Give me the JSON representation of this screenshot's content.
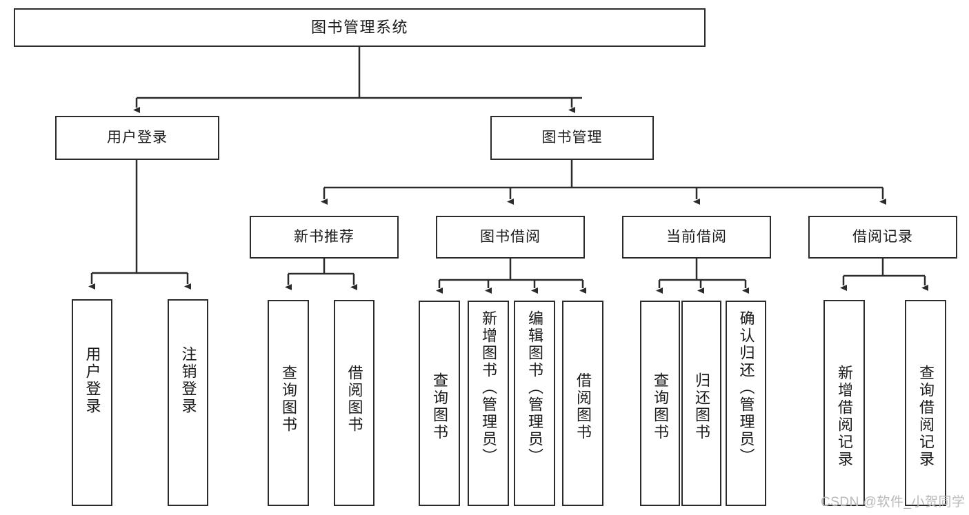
{
  "diagram": {
    "type": "tree-hierarchy",
    "title": "图书管理系统",
    "watermark": "CSDN @软件_小贺同学",
    "accent_color": "#2b2b2b",
    "background_color": "#ffffff",
    "nodes": {
      "root": {
        "label": "图书管理系统",
        "level": 1,
        "orientation": "horizontal"
      },
      "l2": [
        {
          "id": "user-login",
          "label": "用户登录",
          "level": 2,
          "orientation": "horizontal"
        },
        {
          "id": "book-management",
          "label": "图书管理",
          "level": 2,
          "orientation": "horizontal"
        }
      ],
      "l3": [
        {
          "id": "new-book-recommend",
          "label": "新书推荐",
          "level": 3,
          "orientation": "horizontal",
          "parent": "book-management"
        },
        {
          "id": "book-borrow",
          "label": "图书借阅",
          "level": 3,
          "orientation": "horizontal",
          "parent": "book-management"
        },
        {
          "id": "current-borrow",
          "label": "当前借阅",
          "level": 3,
          "orientation": "horizontal",
          "parent": "book-management"
        },
        {
          "id": "borrow-record",
          "label": "借阅记录",
          "level": 3,
          "orientation": "horizontal",
          "parent": "book-management"
        }
      ],
      "leaves": [
        {
          "id": "leaf-user-login",
          "label": "用户登录",
          "orientation": "vertical",
          "parent": "user-login"
        },
        {
          "id": "leaf-user-logout",
          "label": "注销登录",
          "orientation": "vertical",
          "parent": "user-login"
        },
        {
          "id": "leaf-query-book-1",
          "label": "查询图书",
          "orientation": "vertical",
          "parent": "new-book-recommend"
        },
        {
          "id": "leaf-borrow-book-1",
          "label": "借阅图书",
          "orientation": "vertical",
          "parent": "new-book-recommend"
        },
        {
          "id": "leaf-query-book-2",
          "label": "查询图书",
          "orientation": "vertical",
          "parent": "book-borrow"
        },
        {
          "id": "leaf-add-book",
          "label": "新增图书（管理员）",
          "orientation": "vertical",
          "parent": "book-borrow"
        },
        {
          "id": "leaf-edit-book",
          "label": "编辑图书（管理员）",
          "orientation": "vertical",
          "parent": "book-borrow"
        },
        {
          "id": "leaf-borrow-book-2",
          "label": "借阅图书",
          "orientation": "vertical",
          "parent": "book-borrow"
        },
        {
          "id": "leaf-query-book-3",
          "label": "查询图书",
          "orientation": "vertical",
          "parent": "current-borrow"
        },
        {
          "id": "leaf-return-book",
          "label": "归还图书",
          "orientation": "vertical",
          "parent": "current-borrow"
        },
        {
          "id": "leaf-confirm-return",
          "label": "确认归还（管理员）",
          "orientation": "vertical",
          "parent": "current-borrow"
        },
        {
          "id": "leaf-add-record",
          "label": "新增借阅记录",
          "orientation": "vertical",
          "parent": "borrow-record"
        },
        {
          "id": "leaf-query-record",
          "label": "查询借阅记录",
          "orientation": "vertical",
          "parent": "borrow-record"
        }
      ]
    }
  }
}
